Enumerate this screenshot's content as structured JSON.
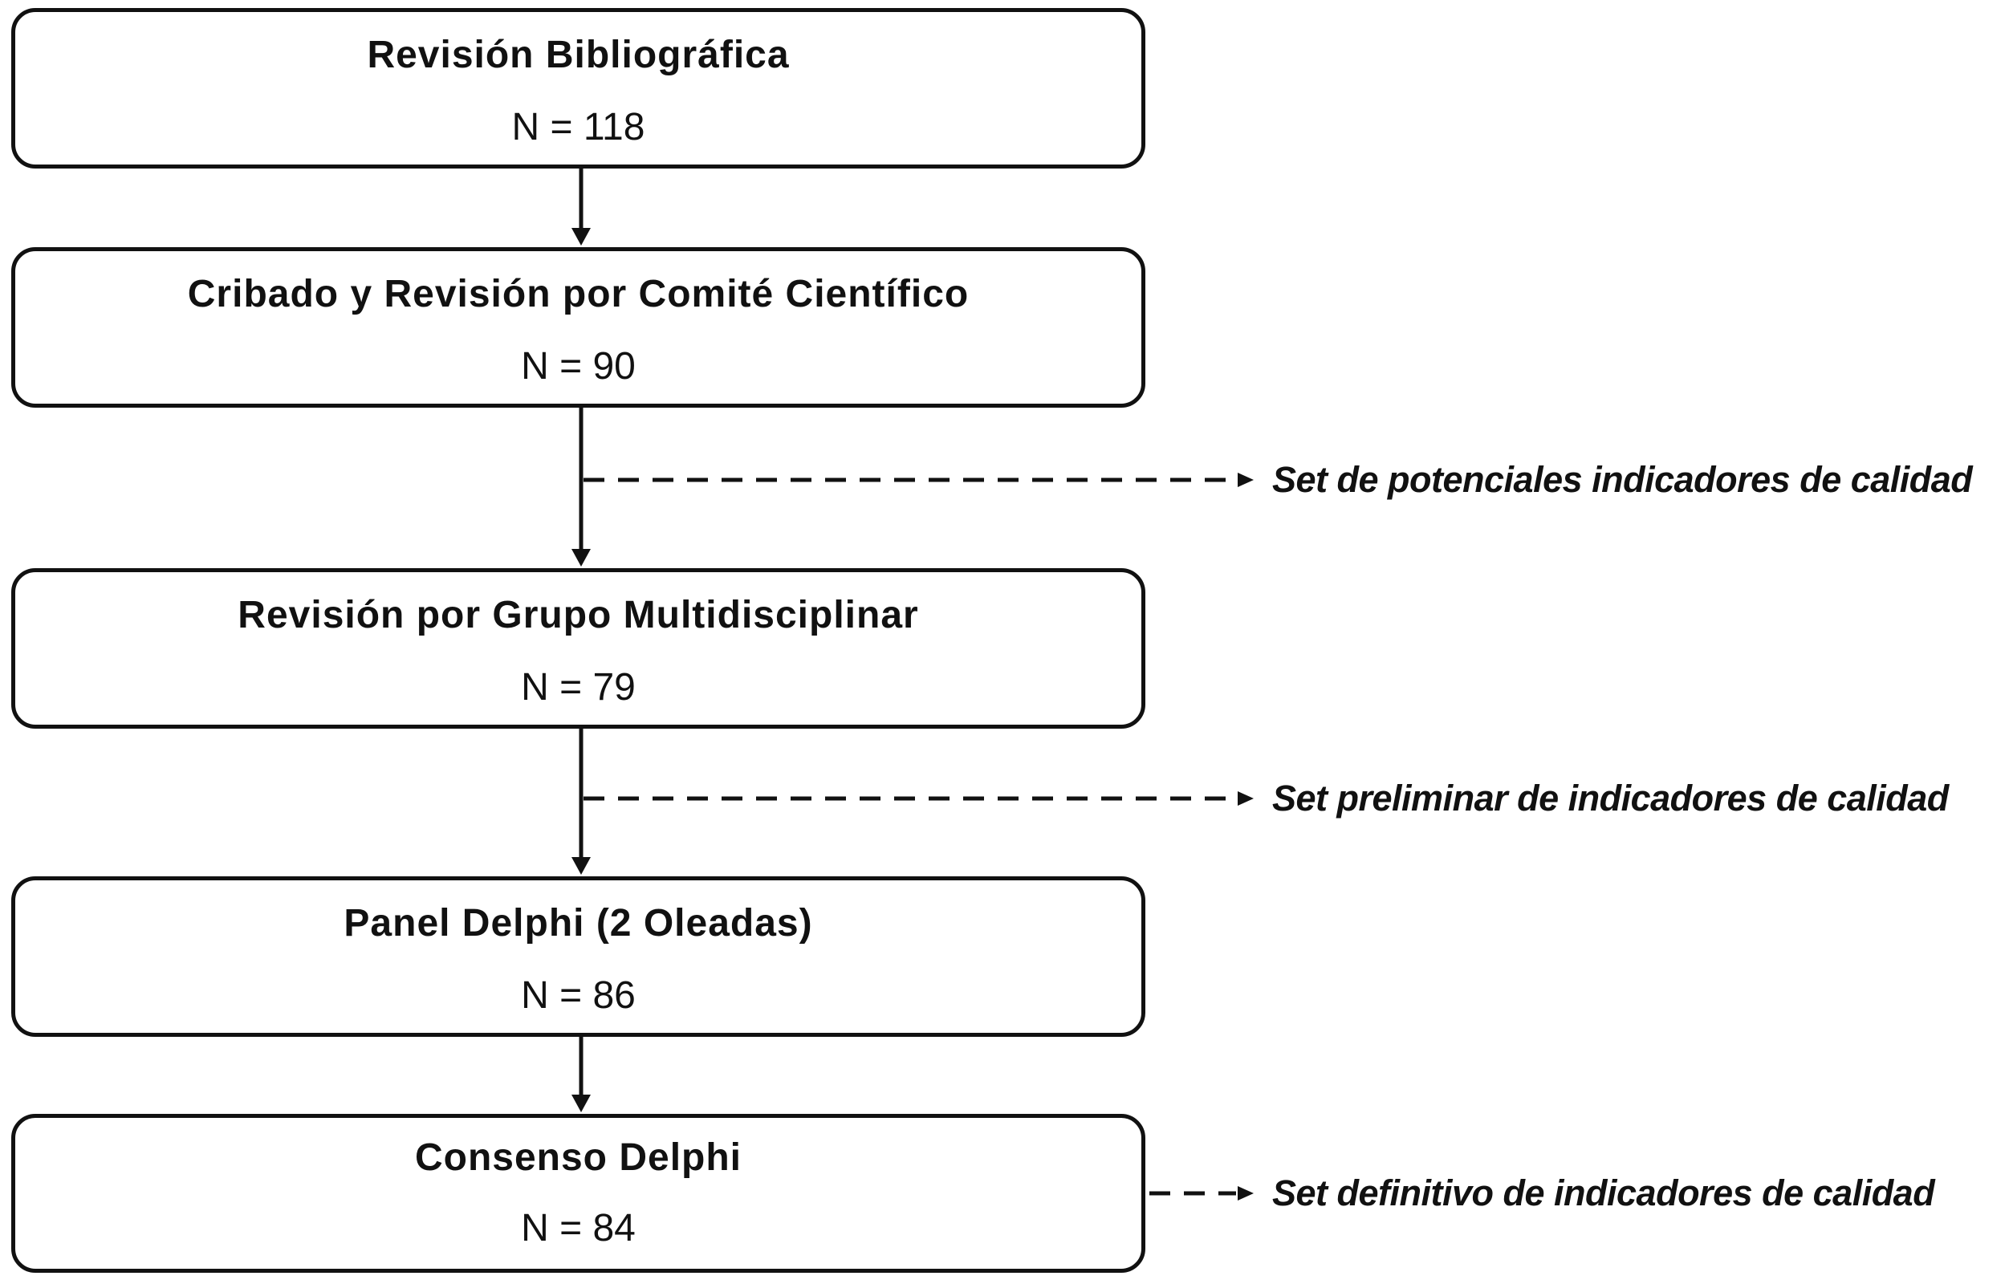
{
  "steps": [
    {
      "title": "Revisión Bibliográfica",
      "count": "N = 118"
    },
    {
      "title": "Cribado y Revisión por Comité Científico",
      "count": "N = 90"
    },
    {
      "title": "Revisión por Grupo Multidisciplinar",
      "count": "N = 79"
    },
    {
      "title": "Panel Delphi (2 Oleadas)",
      "count": "N = 86"
    },
    {
      "title": "Consenso Delphi",
      "count": "N = 84"
    }
  ],
  "outputs": [
    {
      "label": "Set de potenciales indicadores de calidad"
    },
    {
      "label": "Set preliminar de indicadores de calidad"
    },
    {
      "label": "Set definitivo de indicadores de calidad"
    }
  ],
  "colors": {
    "stroke": "#111111",
    "background": "#ffffff"
  }
}
